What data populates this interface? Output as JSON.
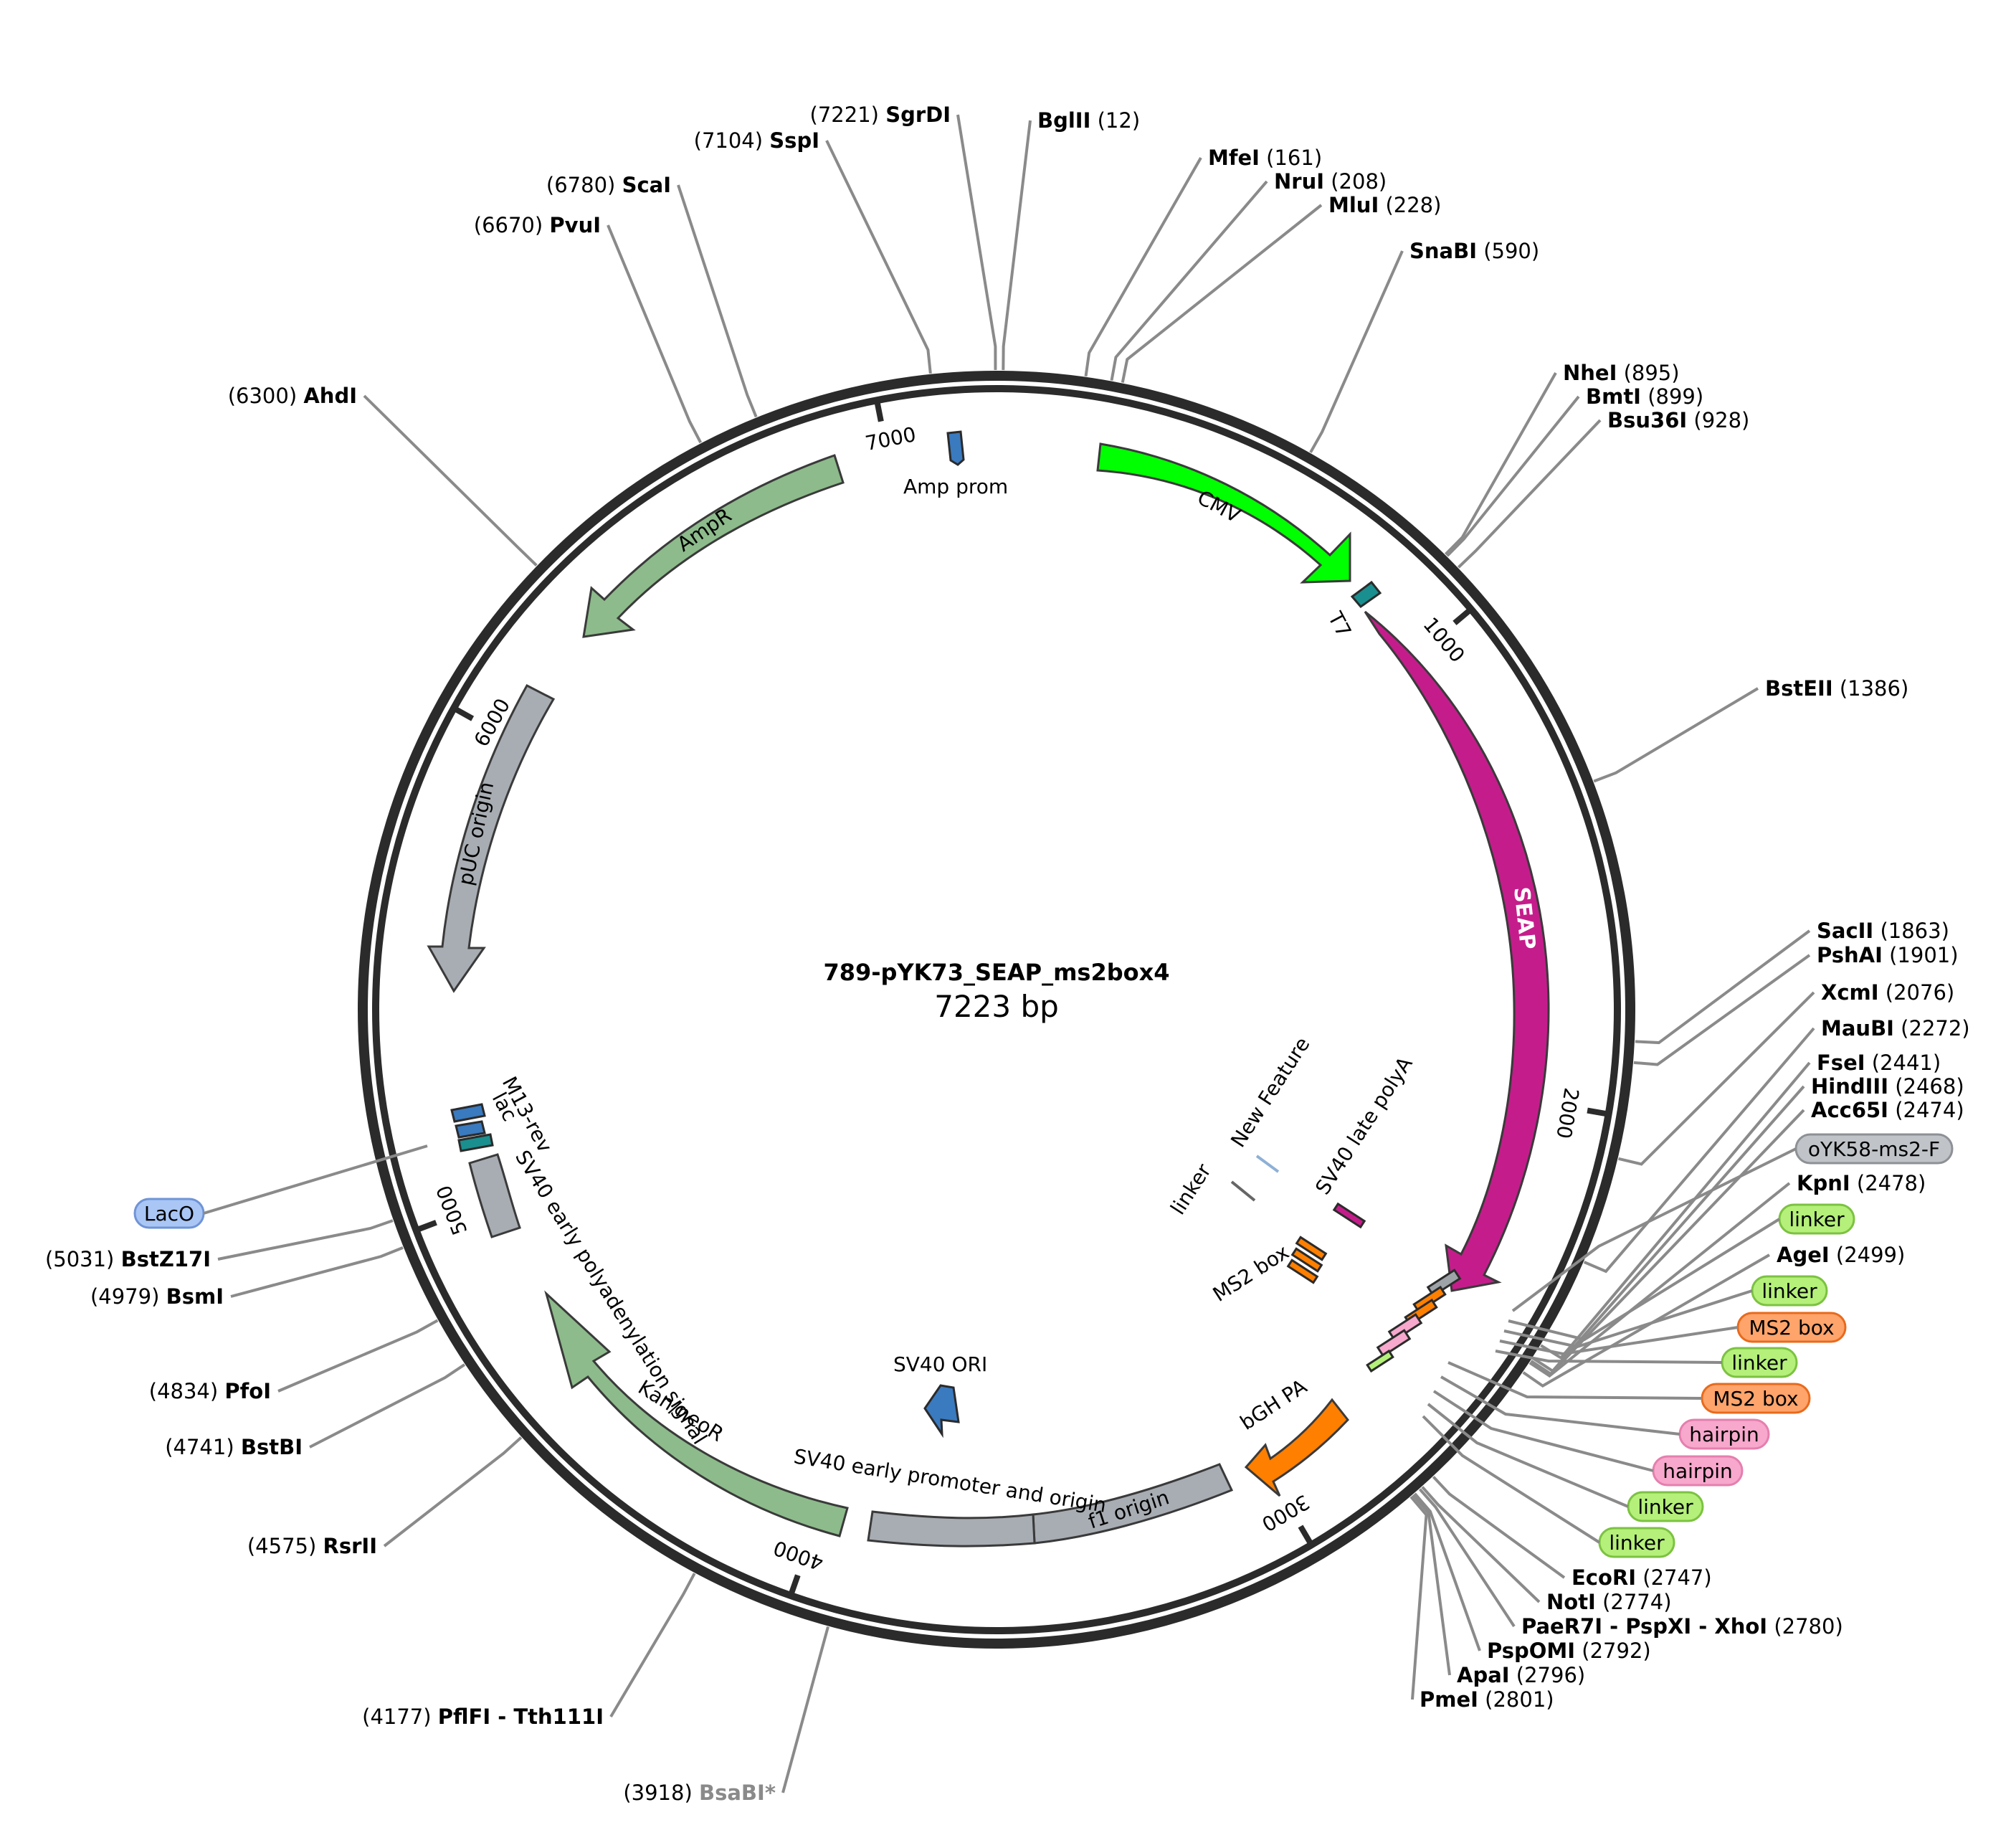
{
  "plasmid": {
    "name": "789-pYK73_SEAP_ms2box4",
    "size_label": "7223 bp",
    "length": 7223
  },
  "ticks": [
    {
      "pos": 1000,
      "label": "1000"
    },
    {
      "pos": 2000,
      "label": "2000"
    },
    {
      "pos": 3000,
      "label": "3000"
    },
    {
      "pos": 4000,
      "label": "4000"
    },
    {
      "pos": 5000,
      "label": "5000"
    },
    {
      "pos": 6000,
      "label": "6000"
    },
    {
      "pos": 7000,
      "label": "7000"
    }
  ],
  "sites": [
    {
      "name": "BglII",
      "pos": "(12)",
      "bp": 12
    },
    {
      "name": "MfeI",
      "pos": "(161)",
      "bp": 161
    },
    {
      "name": "NruI",
      "pos": "(208)",
      "bp": 208
    },
    {
      "name": "MluI",
      "pos": "(228)",
      "bp": 228
    },
    {
      "name": "SnaBI",
      "pos": "(590)",
      "bp": 590
    },
    {
      "name": "NheI",
      "pos": "(895)",
      "bp": 895
    },
    {
      "name": "BmtI",
      "pos": "(899)",
      "bp": 899
    },
    {
      "name": "Bsu36I",
      "pos": "(928)",
      "bp": 928
    },
    {
      "name": "BstEII",
      "pos": "(1386)",
      "bp": 1386
    },
    {
      "name": "SacII",
      "pos": "(1863)",
      "bp": 1863
    },
    {
      "name": "PshAI",
      "pos": "(1901)",
      "bp": 1901
    },
    {
      "name": "XcmI",
      "pos": "(2076)",
      "bp": 2076
    },
    {
      "name": "MauBI",
      "pos": "(2272)",
      "bp": 2272
    },
    {
      "name": "FseI",
      "pos": "(2441)",
      "bp": 2441
    },
    {
      "name": "HindIII",
      "pos": "(2468)",
      "bp": 2468
    },
    {
      "name": "Acc65I",
      "pos": "(2474)",
      "bp": 2474
    },
    {
      "name": "KpnI",
      "pos": "(2478)",
      "bp": 2478
    },
    {
      "name": "AgeI",
      "pos": "(2499)",
      "bp": 2499
    },
    {
      "name": "EcoRI",
      "pos": "(2747)",
      "bp": 2747
    },
    {
      "name": "NotI",
      "pos": "(2774)",
      "bp": 2774
    },
    {
      "name": "PaeR7I - PspXI - XhoI",
      "pos": "(2780)",
      "bp": 2780
    },
    {
      "name": "PspOMI",
      "pos": "(2792)",
      "bp": 2792
    },
    {
      "name": "ApaI",
      "pos": "(2796)",
      "bp": 2796
    },
    {
      "name": "PmeI",
      "pos": "(2801)",
      "bp": 2801
    },
    {
      "name": "BsaBI*",
      "pos": "(3918)",
      "bp": 3918,
      "grey": true
    },
    {
      "name": "PflFI - Tth111I",
      "pos": "(4177)",
      "bp": 4177
    },
    {
      "name": "RsrII",
      "pos": "(4575)",
      "bp": 4575
    },
    {
      "name": "BstBI",
      "pos": "(4741)",
      "bp": 4741
    },
    {
      "name": "PfoI",
      "pos": "(4834)",
      "bp": 4834
    },
    {
      "name": "BsmI",
      "pos": "(4979)",
      "bp": 4979
    },
    {
      "name": "BstZ17I",
      "pos": "(5031)",
      "bp": 5031
    },
    {
      "name": "AhdI",
      "pos": "(6300)",
      "bp": 6300
    },
    {
      "name": "PvuI",
      "pos": "(6670)",
      "bp": 6670
    },
    {
      "name": "ScaI",
      "pos": "(6780)",
      "bp": 6780
    },
    {
      "name": "SspI",
      "pos": "(7104)",
      "bp": 7104
    },
    {
      "name": "SgrDI",
      "pos": "(7221)",
      "bp": 7221
    }
  ],
  "pills": [
    {
      "label": "oYK58-ms2-F",
      "color": "#c0c4c8",
      "stroke": "#8d9196"
    },
    {
      "label": "linker",
      "color": "#b4f07a",
      "stroke": "#7cc241"
    },
    {
      "label": "linker",
      "color": "#b4f07a",
      "stroke": "#7cc241"
    },
    {
      "label": "MS2 box",
      "color": "#ffa46b",
      "stroke": "#e86a1c"
    },
    {
      "label": "linker",
      "color": "#b4f07a",
      "stroke": "#7cc241"
    },
    {
      "label": "MS2 box",
      "color": "#ffa46b",
      "stroke": "#e86a1c"
    },
    {
      "label": "hairpin",
      "color": "#f7a8cc",
      "stroke": "#e57fae"
    },
    {
      "label": "hairpin",
      "color": "#f7a8cc",
      "stroke": "#e57fae"
    },
    {
      "label": "linker",
      "color": "#b4f07a",
      "stroke": "#7cc241"
    },
    {
      "label": "linker",
      "color": "#b4f07a",
      "stroke": "#7cc241"
    },
    {
      "label": "LacO",
      "color": "#a9c6f5",
      "stroke": "#6f94d6"
    }
  ],
  "features": [
    {
      "label": "CMV",
      "color": "#00ff00"
    },
    {
      "label": "T7",
      "color": "#1a8f8f"
    },
    {
      "label": "SEAP",
      "color": "#c41d8b"
    },
    {
      "label": "bGH PA",
      "color": "#ff7f00"
    },
    {
      "label": "f1 origin",
      "color": "#a8adb3"
    },
    {
      "label": "SV40 early promoter and origin",
      "color": "#a8adb3"
    },
    {
      "label": "SV40 ORI",
      "color": "#3a7abf"
    },
    {
      "label": "Kan/neoR",
      "color": "#8dbb8b"
    },
    {
      "label": "SV40 early polyadenylation signal",
      "color": "#a8adb3"
    },
    {
      "label": "M13-rev",
      "color": "#3a7abf"
    },
    {
      "label": "lac",
      "color": "#3a7abf"
    },
    {
      "label": "pUC origin",
      "color": "#a8adb3"
    },
    {
      "label": "AmpR",
      "color": "#8dbb8b"
    },
    {
      "label": "Amp prom",
      "color": "#3a7abf"
    },
    {
      "label": "MS2 box",
      "color": "#ff7f00"
    },
    {
      "label": "linker",
      "color": "#666666"
    },
    {
      "label": "New Feature",
      "color": "#8eb0d6"
    },
    {
      "label": "SV40 late polyA",
      "color": "#c41d8b"
    }
  ]
}
